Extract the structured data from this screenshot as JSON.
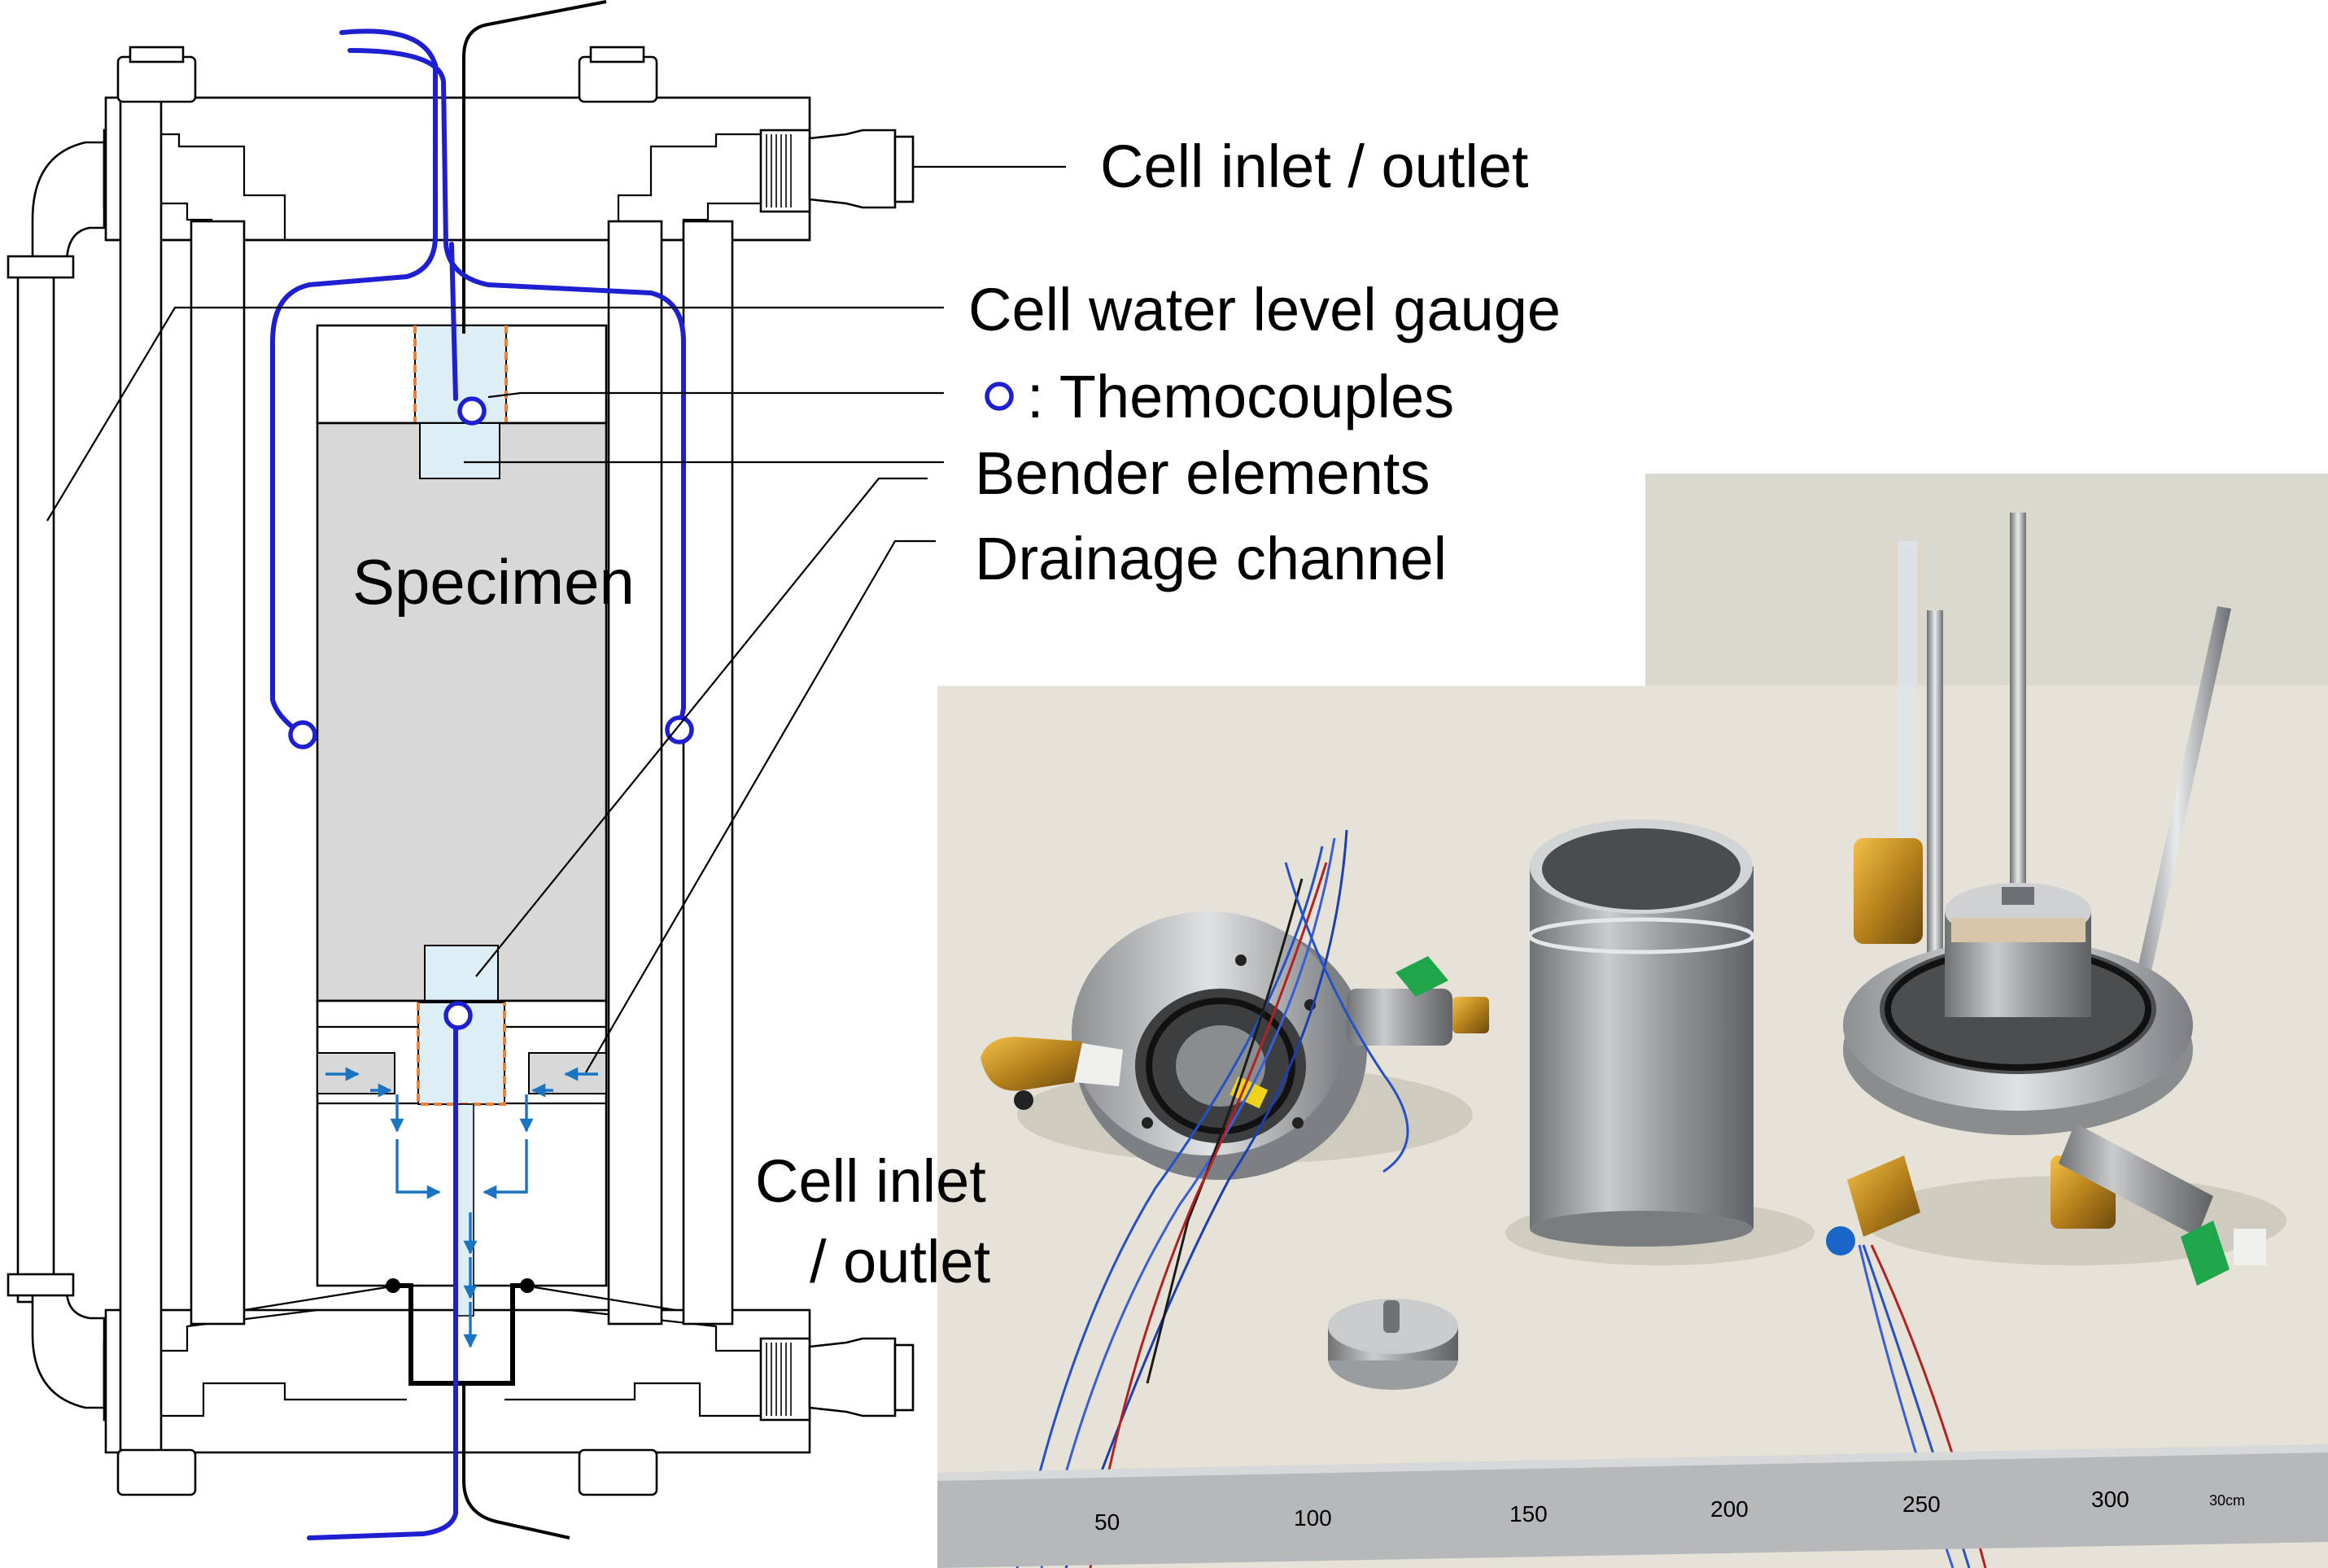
{
  "labels": {
    "cell_inlet_outlet_top": "Cell inlet / outlet",
    "cell_water_level_gauge": "Cell water level gauge",
    "thermocouples_marker": "o",
    "thermocouples": ": Themocouples",
    "bender_elements": "Bender elements",
    "drainage_channel": "Drainage channel",
    "specimen": "Specimen",
    "cell_inlet_outlet_bottom_line1": "Cell inlet",
    "cell_inlet_outlet_bottom_line2": "/ outlet"
  },
  "photo": {
    "ruler_numbers": [
      "50",
      "100",
      "150",
      "200",
      "250",
      "300"
    ],
    "ruler_unit": "30cm"
  },
  "colors": {
    "thermocouple_wire": "#1d1fd0",
    "drainage_flow_arrow": "#1a74c4",
    "specimen_fill": "#d8d8d8",
    "bender_element_fill": "#ddeef7",
    "bender_casing": "#e8823a",
    "photo_background": "#e6e2d8"
  }
}
